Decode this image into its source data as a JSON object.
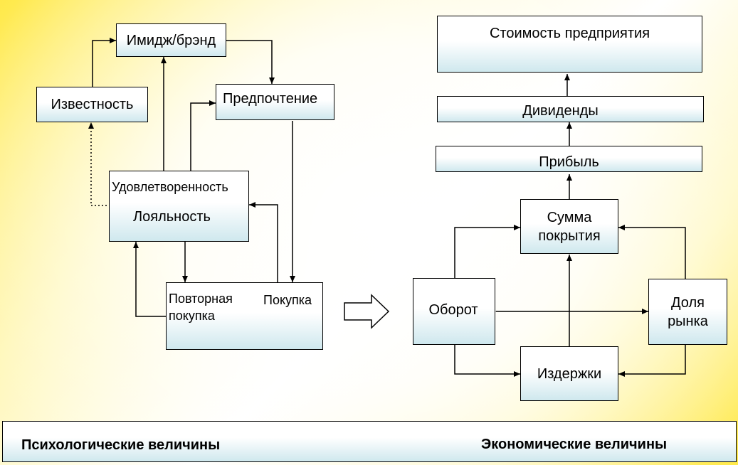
{
  "psych": {
    "image": "Имидж/брэнд",
    "awareness": "Известность",
    "preference": "Предпочтение",
    "satisfaction": "Удовлетворенность",
    "loyalty": "Лояльность",
    "repeat_purchase": "Повторная\nпокупка",
    "purchase": "Покупка"
  },
  "econ": {
    "enterprise_value": "Стоимость предприятия",
    "dividends": "Дивиденды",
    "profit": "Прибыль",
    "contribution_margin": "Сумма\nпокрытия",
    "turnover": "Оборот",
    "market_share": "Доля\nрынка",
    "costs": "Издержки"
  },
  "footer": {
    "left_label": "Психологические величины",
    "right_label": "Экономические величины"
  }
}
